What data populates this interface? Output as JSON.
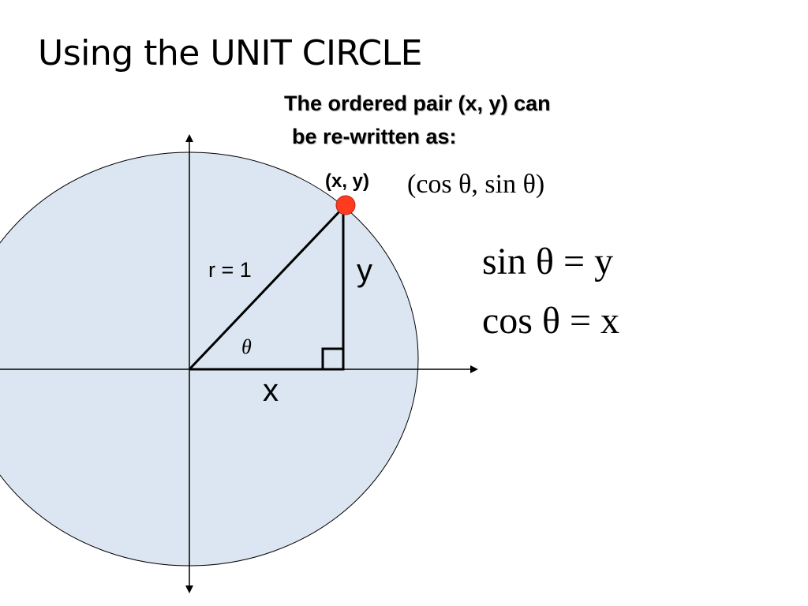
{
  "title": "Using the UNIT CIRCLE",
  "note": {
    "line1": "The ordered pair (x, y) can",
    "line2": "be re-written as:"
  },
  "labels": {
    "point": "(x, y)",
    "radius": "r = 1",
    "opposite": "y",
    "adjacent": "x",
    "angle": "θ"
  },
  "formulas": {
    "ordered_pair_trig": "(cos θ, sin θ)",
    "sin_eq": "sin θ = y",
    "cos_eq": "cos θ = x"
  },
  "colors": {
    "circle_fill": "#dce6f2",
    "point_fill": "#ff3b1f",
    "line": "#000000"
  },
  "icons": {
    "point": "red-dot-icon",
    "right_angle": "right-angle-marker"
  }
}
